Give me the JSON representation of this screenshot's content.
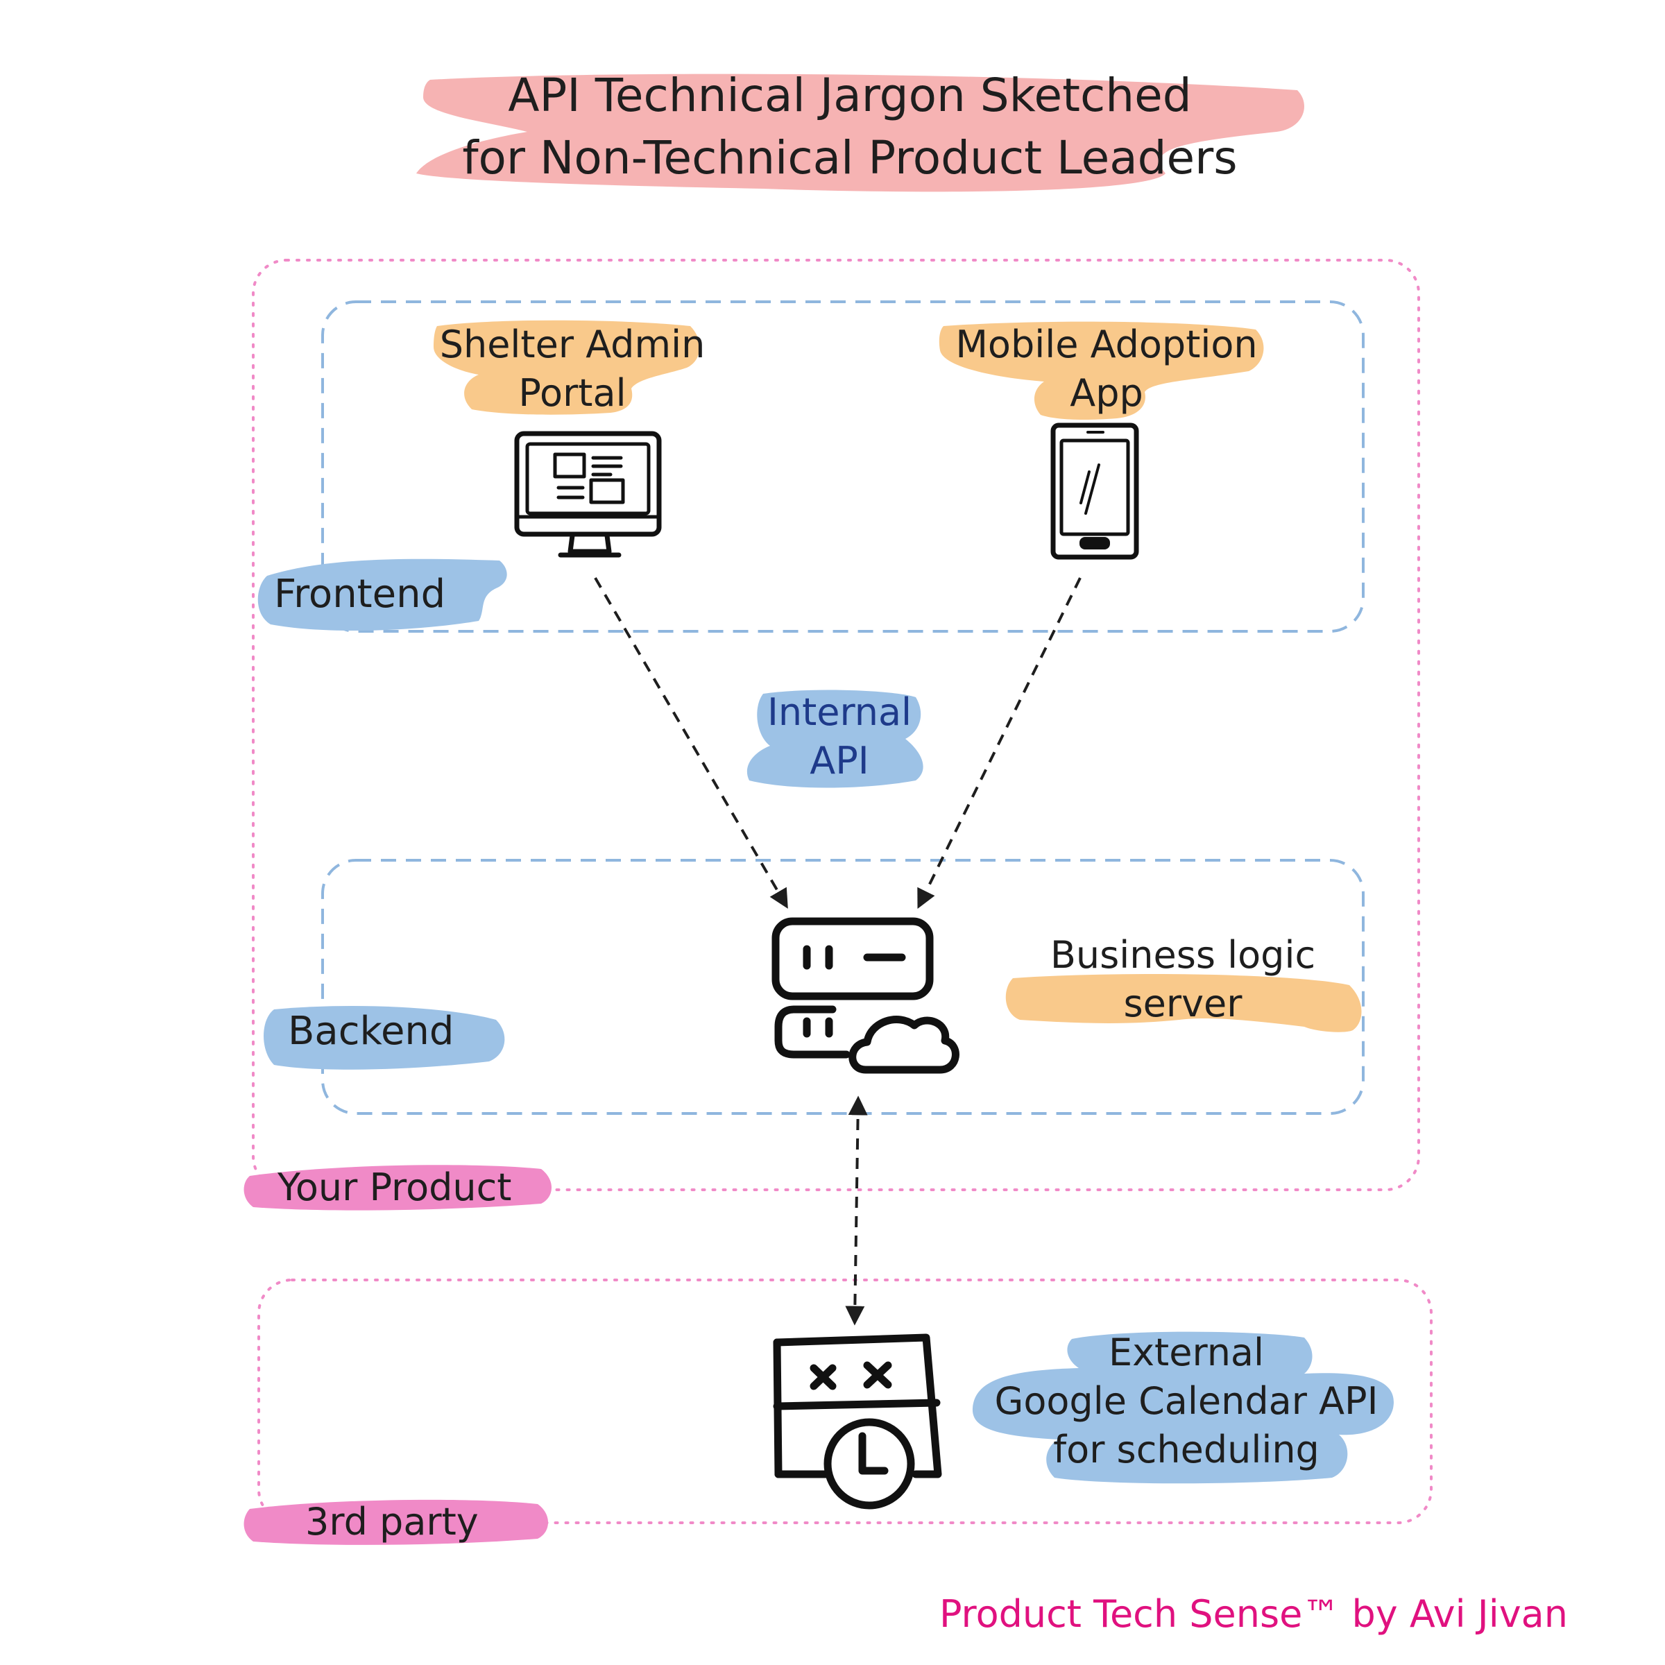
{
  "title": {
    "line1": "API Technical Jargon Sketched",
    "line2": "for Non-Technical Product Leaders"
  },
  "groups": {
    "your_product": "Your Product",
    "frontend": "Frontend",
    "backend": "Backend",
    "third_party": "3rd party"
  },
  "nodes": {
    "admin_portal": {
      "line1": "Shelter Admin",
      "line2": "Portal",
      "icon": "desktop-monitor-icon"
    },
    "mobile_app": {
      "line1": "Mobile Adoption",
      "line2": "App",
      "icon": "smartphone-icon"
    },
    "server": {
      "line1": "Business logic",
      "line2": "server",
      "icon": "cloud-server-icon"
    },
    "external_api": {
      "line1": "External",
      "line2": "Google Calendar API",
      "line3": "for scheduling",
      "icon": "calendar-clock-icon"
    }
  },
  "edges": {
    "internal_api": {
      "line1": "Internal",
      "line2": "API"
    }
  },
  "footer": "Product Tech Sense™ by Avi Jivan",
  "colors": {
    "title_highlight": "#f4a6a6",
    "label_orange": "#f9c98b",
    "label_blue": "#9dc2e6",
    "label_pink": "#f08ac7",
    "group_pink_border": "#f08ac7",
    "group_blue_border": "#8fb6de",
    "api_label_text": "#1e3a8a",
    "footer_text": "#e0117f",
    "ink": "#1e1e1e"
  }
}
